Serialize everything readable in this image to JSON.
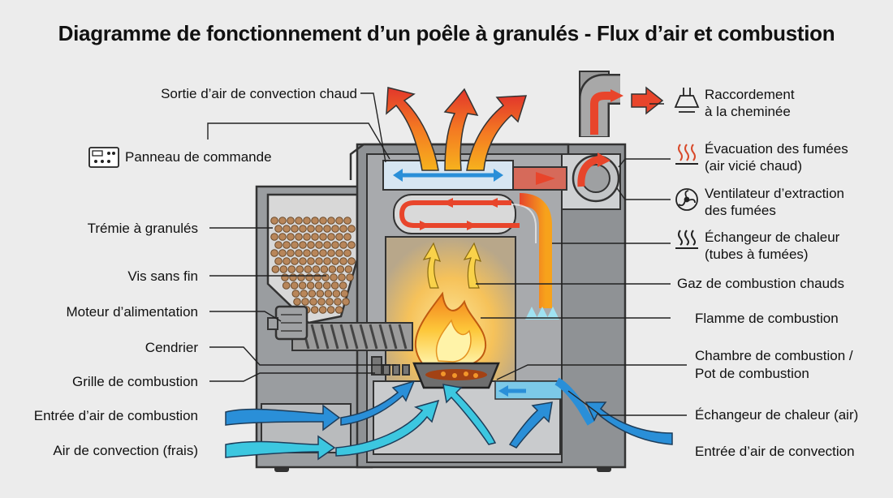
{
  "title": "Diagramme de fonctionnement d’un poêle à granulés - Flux d’air et combustion",
  "labels": {
    "sortie_convection": "Sortie d’air de convection chaud",
    "panneau": "Panneau de commande",
    "tremie": "Trémie à granulés",
    "vis": "Vis sans fin",
    "moteur": "Moteur d’alimentation",
    "cendrier": "Cendrier",
    "grille": "Grille de combustion",
    "entree_air_combustion": "Entrée d’air de combustion",
    "air_convection_frais": "Air de convection (frais)",
    "raccordement_1": "Raccordement",
    "raccordement_2": "à la cheminée",
    "evacuation_1": "Évacuation des fumées",
    "evacuation_2": "(air vicié chaud)",
    "ventilateur_1": "Ventilateur d’extraction",
    "ventilateur_2": "des fumées",
    "echangeur_fumees_1": "Échangeur de chaleur",
    "echangeur_fumees_2": "(tubes à fumées)",
    "gaz": "Gaz de combustion chauds",
    "flamme": "Flamme de combustion",
    "chambre_1": "Chambre de combustion /",
    "chambre_2": "Pot de combustion",
    "echangeur_air": "Échangeur de chaleur (air)",
    "entree_convection": "Entrée d’air de convection"
  },
  "icons": [
    "control-panel-icon",
    "chimney-hood-icon",
    "heat-waves-icon",
    "fan-icon",
    "heat-exchanger-icon"
  ],
  "colors": {
    "hot_air": "#e8452b",
    "cold_air": "#2a8fd8",
    "fresh_air": "#31c3dc",
    "flame": "#f7a21b",
    "pellets": "#b8865a",
    "casing": "#8a8d90",
    "background": "#ececec"
  }
}
